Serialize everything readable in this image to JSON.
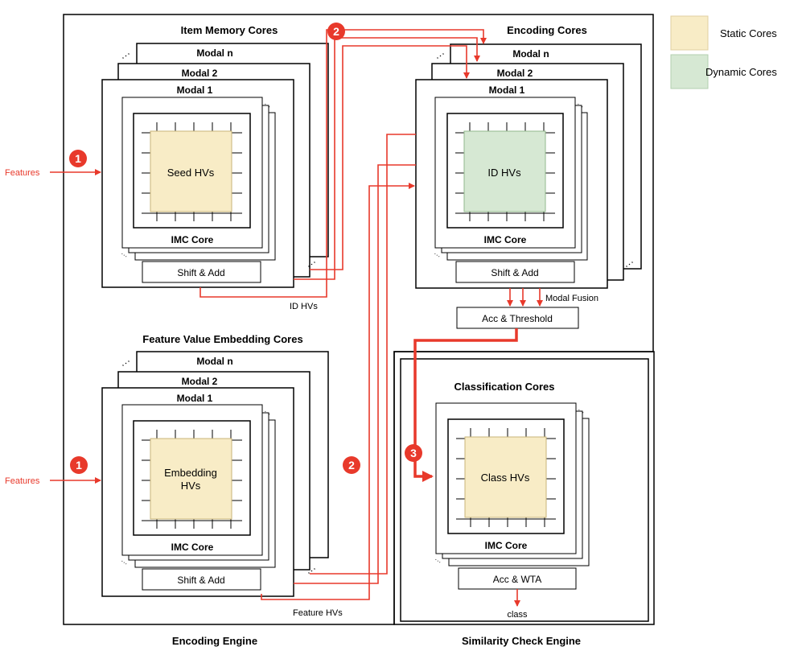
{
  "legend": {
    "static_label": "Static Cores",
    "dynamic_label": "Dynamic Cores",
    "static_color": "#f8ecc6",
    "dynamic_color": "#d6e8d3"
  },
  "colors": {
    "accent": "#e8392b",
    "static_fill": "#f8ecc6",
    "dynamic_fill": "#d6e8d3"
  },
  "encoding_engine": {
    "label": "Encoding Engine"
  },
  "similarity_engine": {
    "label": "Similarity Check Engine"
  },
  "item_memory": {
    "title": "Item Memory Cores",
    "modal_n": "Modal n",
    "modal_2": "Modal 2",
    "modal_1": "Modal 1",
    "core_label": "Seed HVs",
    "imc": "IMC Core",
    "shift_add": "Shift & Add",
    "input_label": "Features",
    "step": "1"
  },
  "encoding_cores": {
    "title": "Encoding Cores",
    "modal_n": "Modal n",
    "modal_2": "Modal 2",
    "modal_1": "Modal 1",
    "core_label": "ID HVs",
    "imc": "IMC Core",
    "shift_add": "Shift & Add",
    "acc_threshold": "Acc & Threshold",
    "modal_fusion": "Modal Fusion",
    "id_hvs_label": "ID HVs",
    "step": "2"
  },
  "feature_value": {
    "title": "Feature Value Embedding Cores",
    "modal_n": "Modal n",
    "modal_2": "Modal 2",
    "modal_1": "Modal 1",
    "core_label_1": "Embedding",
    "core_label_2": "HVs",
    "imc": "IMC Core",
    "shift_add": "Shift & Add",
    "input_label": "Features",
    "feature_hvs_label": "Feature HVs",
    "step_input": "1",
    "step_out": "2"
  },
  "classification": {
    "title": "Classification Cores",
    "core_label": "Class HVs",
    "imc": "IMC Core",
    "acc_wta": "Acc & WTA",
    "output": "class",
    "step": "3"
  }
}
